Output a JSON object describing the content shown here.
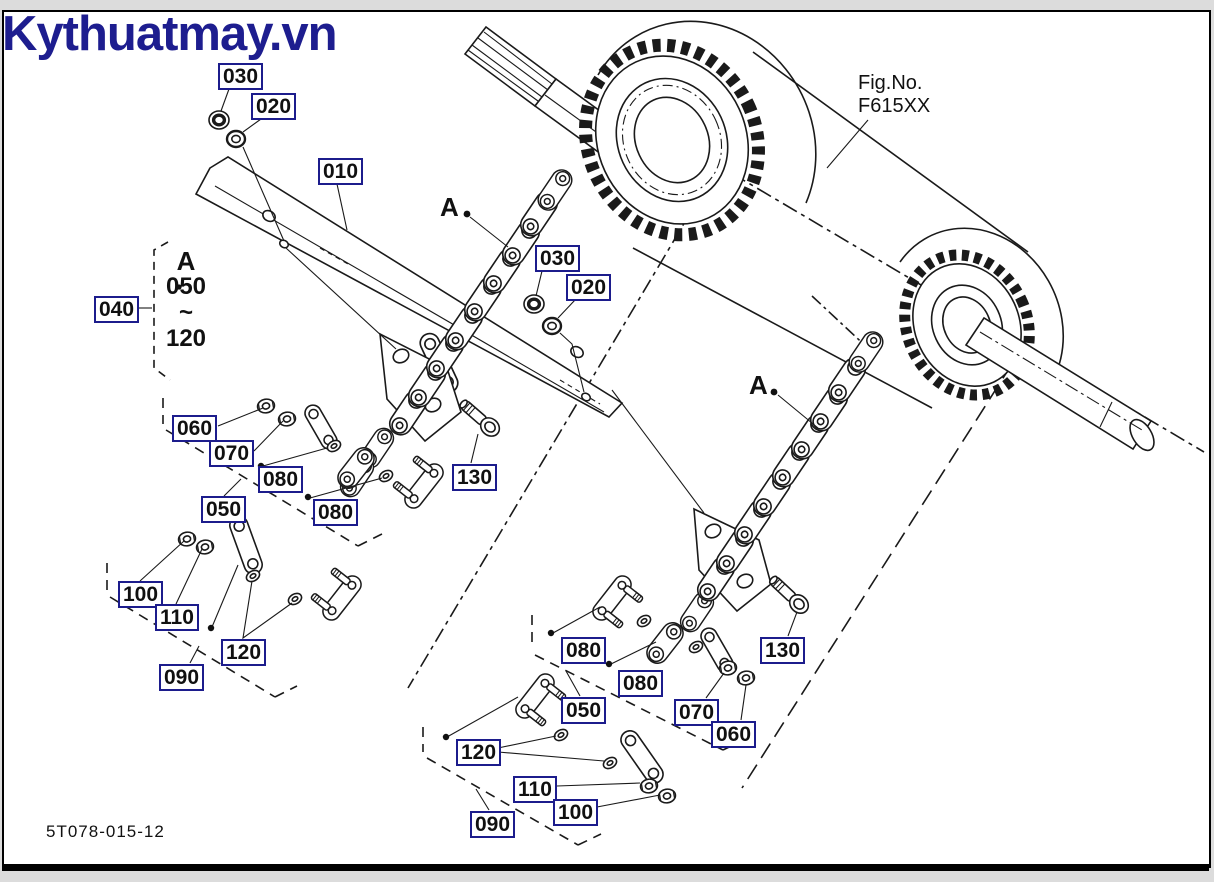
{
  "watermark": "Kythuatmay.vn",
  "fig_no": {
    "line1": "Fig.No.",
    "line2": "F615XX"
  },
  "drawing_number": "5T078-015-12",
  "view_labels": {
    "left": "A",
    "right": "A"
  },
  "group_040": {
    "label": "A",
    "range_start": "050",
    "range_tilde": "~",
    "range_end": "120"
  },
  "callouts": [
    "030",
    "020",
    "010",
    "040",
    "030",
    "020",
    "060",
    "070",
    "080",
    "050",
    "080",
    "130",
    "100",
    "110",
    "120",
    "090",
    "080",
    "080",
    "050",
    "070",
    "060",
    "130",
    "120",
    "110",
    "100",
    "090"
  ],
  "colors": {
    "callout_border": "#1c1c8c",
    "watermark_blue": "#1d1d8f",
    "line": "#1a1a1a",
    "page": "#ffffff"
  }
}
